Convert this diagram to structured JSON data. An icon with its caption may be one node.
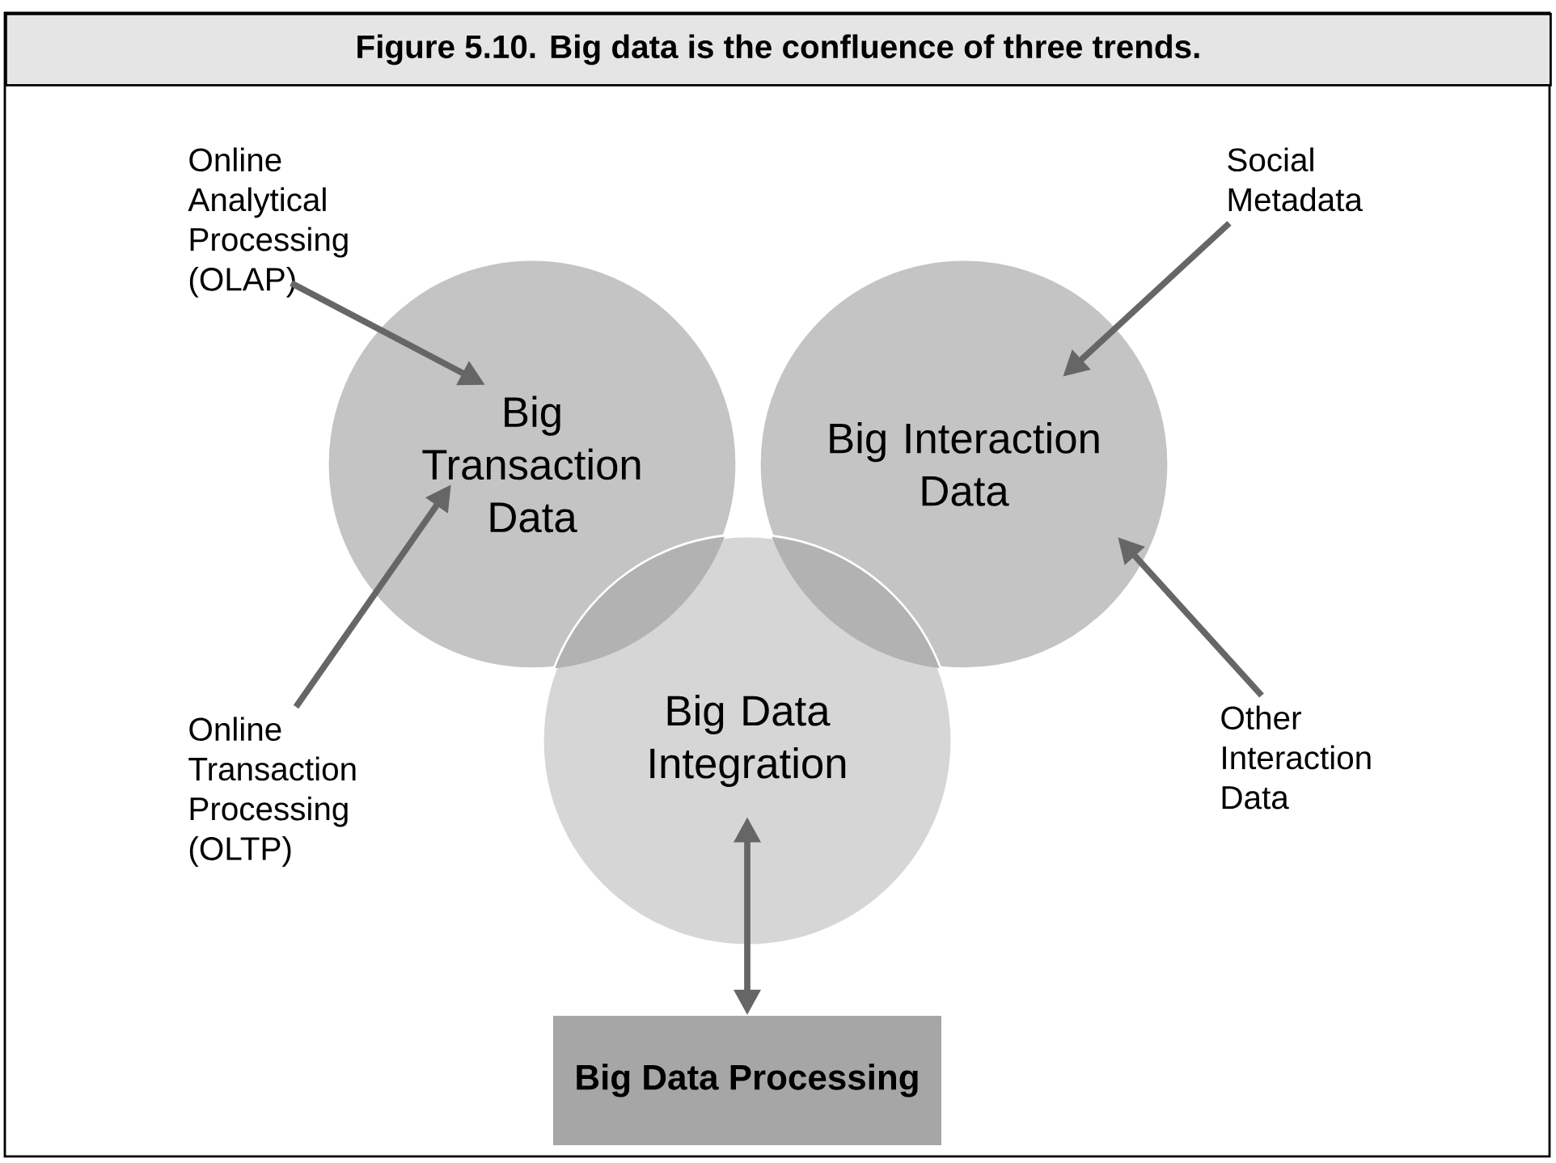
{
  "diagram": {
    "title": "Figure 5.10.  Big data is the confluence of three trends.",
    "nodes": [
      {
        "text": [
          "Big Transaction Data"
        ]
      },
      {
        "text": [
          "Big Interaction Data"
        ]
      },
      {
        "text": [
          "Big Data Integration"
        ]
      },
      {
        "text": [
          "Big Data Processing"
        ]
      },
      {
        "text": [
          "Online Analytical Processing (OLAP)"
        ]
      },
      {
        "text": [
          "Social Metadata"
        ]
      },
      {
        "text": [
          "Online Transaction Processing (OLTP)"
        ]
      },
      {
        "text": [
          "Other Interaction Data"
        ]
      }
    ],
    "edges": [
      {
        "from": 4,
        "to": 0,
        "arrow": "to"
      },
      {
        "from": 6,
        "to": 0,
        "arrow": "to"
      },
      {
        "from": 5,
        "to": 1,
        "arrow": "to"
      },
      {
        "from": 7,
        "to": 1,
        "arrow": "to"
      },
      {
        "from": 2,
        "to": 3,
        "arrow": "both"
      }
    ]
  }
}
